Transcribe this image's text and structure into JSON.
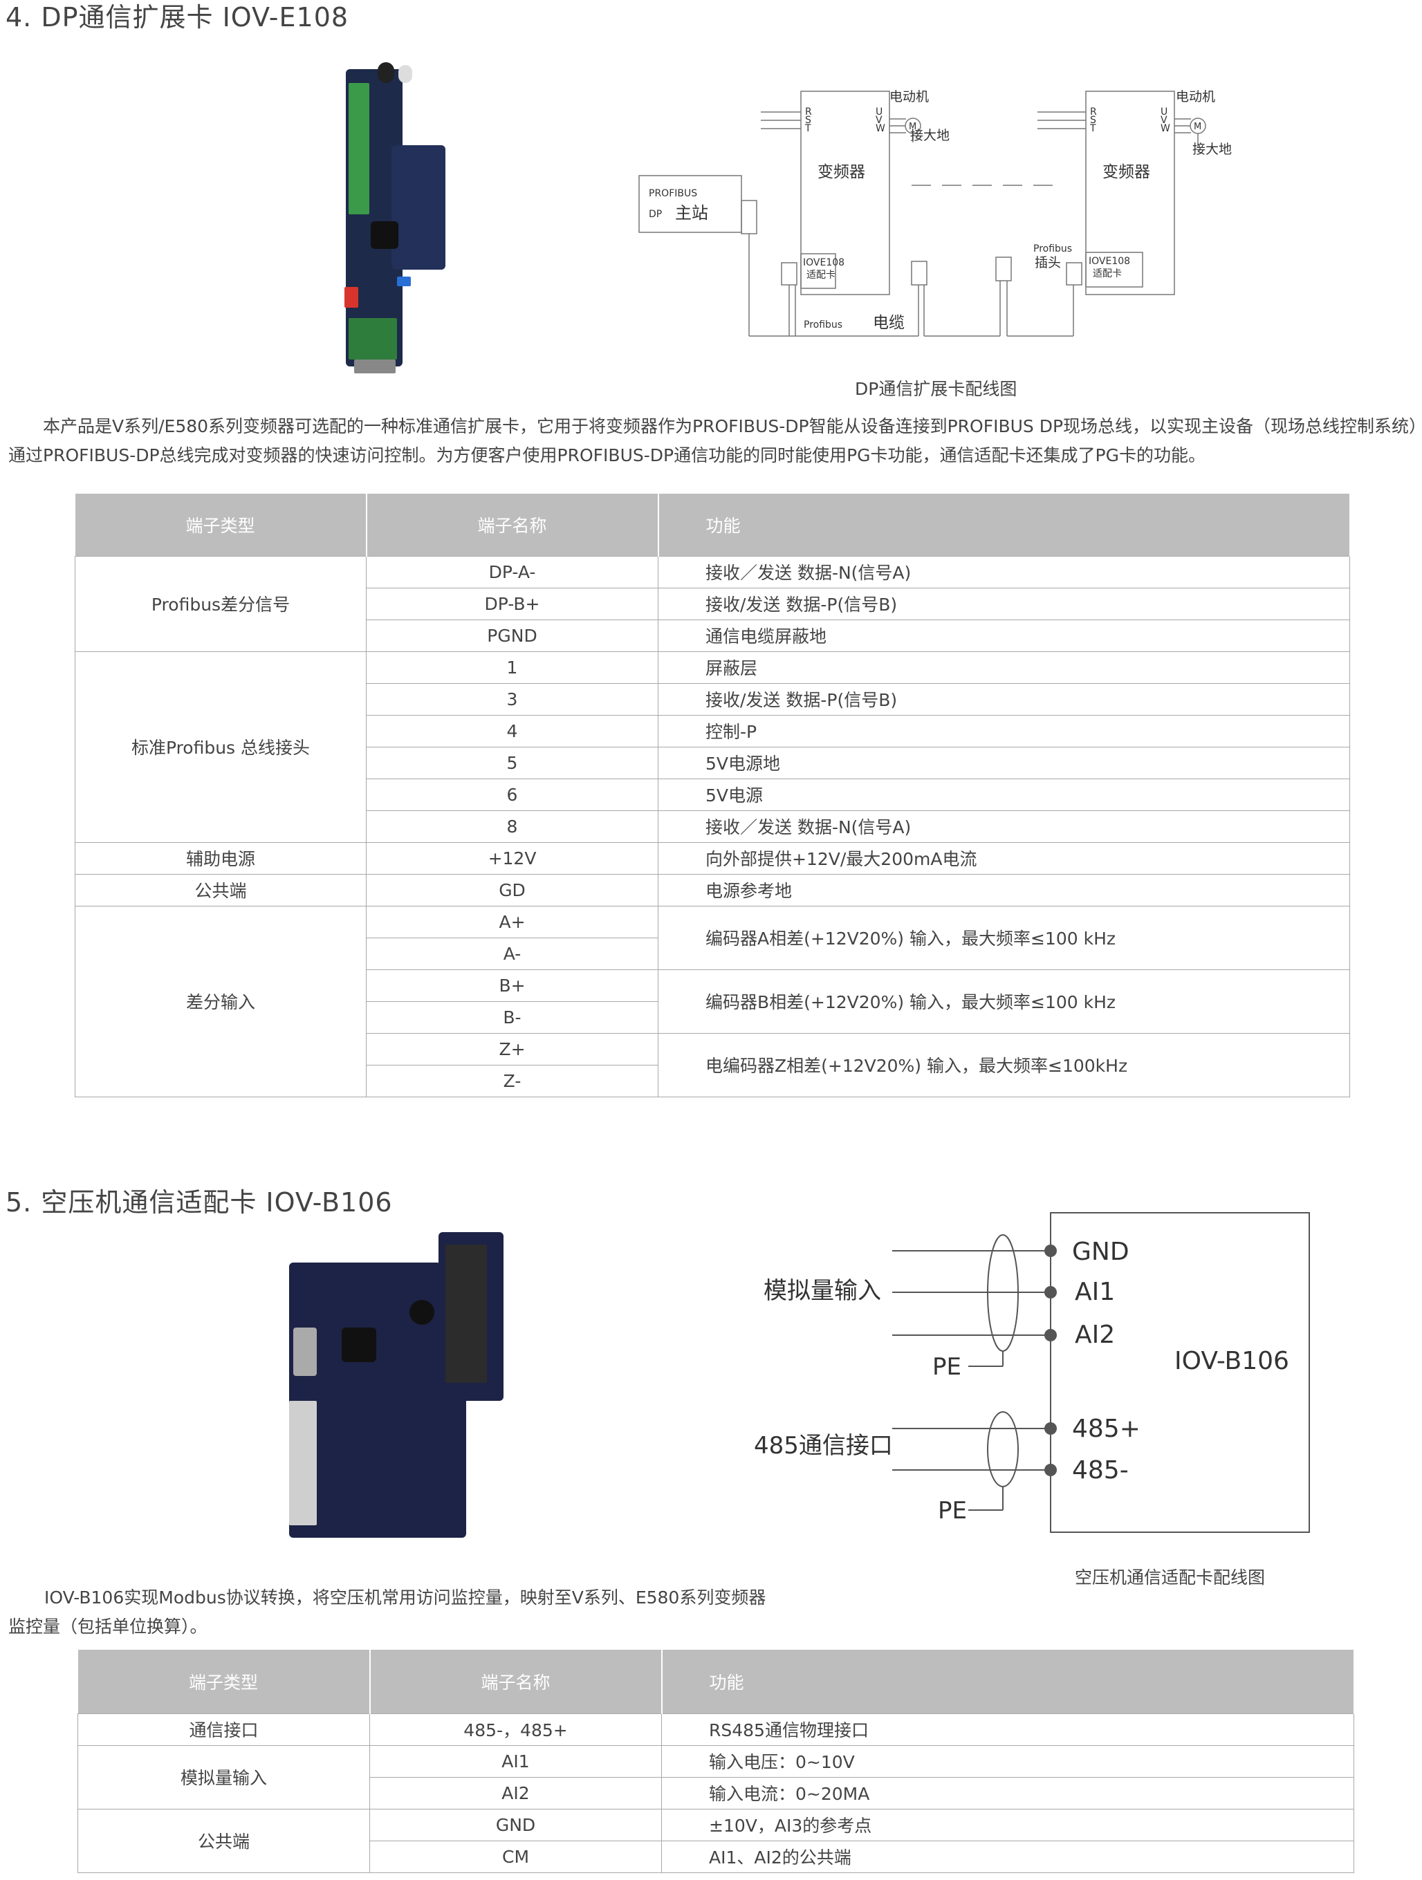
{
  "section4": {
    "title": "4. DP通信扩展卡 IOV-E108",
    "diagram": {
      "motor1": "电动机",
      "motor2": "电动机",
      "rst": [
        "R",
        "S",
        "T"
      ],
      "uvw": [
        "U",
        "V",
        "W"
      ],
      "m": "M",
      "ground1": "接大地",
      "ground2": "接大地",
      "inverter1": "变频器",
      "inverter2": "变频器",
      "master_line1": "PROFIBUS",
      "master_line2": "DP",
      "master_label": "主站",
      "card1_line1": "IOVE108",
      "card1_line2": "适配卡",
      "card2_line1": "IOVE108",
      "card2_line2": "适配卡",
      "plug_line1": "Profibus",
      "plug_line2": "插头",
      "cable_prefix": "Profibus",
      "cable_label": "电缆"
    },
    "caption": "DP通信扩展卡配线图",
    "description": "本产品是V系列/E580系列变频器可选配的一种标准通信扩展卡，它用于将变频器作为PROFIBUS-DP智能从设备连接到PROFIBUS DP现场总线，以实现主设备（现场总线控制系统）通过PROFIBUS-DP总线完成对变频器的快速访问控制。为方便客户使用PROFIBUS-DP通信功能的同时能使用PG卡功能，通信适配卡还集成了PG卡的功能。",
    "table": {
      "headers": [
        "端子类型",
        "端子名称",
        "功能"
      ],
      "groups": [
        {
          "type": "Profibus差分信号",
          "rows": [
            {
              "name": "DP-A-",
              "func": "接收／发送 数据-N(信号A)"
            },
            {
              "name": "DP-B+",
              "func": "接收/发送 数据-P(信号B)"
            },
            {
              "name": "PGND",
              "func": "通信电缆屏蔽地"
            }
          ]
        },
        {
          "type": "标准Profibus 总线接头",
          "rows": [
            {
              "name": "1",
              "func": "屏蔽层"
            },
            {
              "name": "3",
              "func": "接收/发送 数据-P(信号B)"
            },
            {
              "name": "4",
              "func": "控制-P"
            },
            {
              "name": "5",
              "func": "5V电源地"
            },
            {
              "name": "6",
              "func": "5V电源"
            },
            {
              "name": "8",
              "func": "接收／发送 数据-N(信号A)"
            }
          ]
        },
        {
          "type": "辅助电源",
          "rows": [
            {
              "name": "+12V",
              "func": "向外部提供+12V/最大200mA电流"
            }
          ]
        },
        {
          "type": "公共端",
          "rows": [
            {
              "name": "GD",
              "func": "电源参考地"
            }
          ]
        }
      ],
      "diff_group": {
        "type": "差分输入",
        "pairs": [
          {
            "names": [
              "A+",
              "A-"
            ],
            "func": "编码器A相差(+12V20%) 输入，最大频率≤100 kHz"
          },
          {
            "names": [
              "B+",
              "B-"
            ],
            "func": "编码器B相差(+12V20%) 输入，最大频率≤100 kHz"
          },
          {
            "names": [
              "Z+",
              "Z-"
            ],
            "func": "电编码器Z相差(+12V20%) 输入，最大频率≤100kHz"
          }
        ]
      }
    }
  },
  "section5": {
    "title": "5. 空压机通信适配卡 IOV-B106",
    "diagram": {
      "analog_input": "模拟量输入",
      "comm_port": "485通信接口",
      "pe1": "PE",
      "pe2": "PE",
      "gnd": "GND",
      "ai1": "AI1",
      "ai2": "AI2",
      "rs485_plus": "485+",
      "rs485_minus": "485-",
      "device": "IOV-B106"
    },
    "caption": "空压机通信适配卡配线图",
    "description": "IOV-B106实现Modbus协议转换，将空压机常用访问监控量，映射至V系列、E580系列变频器监控量（包括单位换算）。",
    "table": {
      "headers": [
        "端子类型",
        "端子名称",
        "功能"
      ],
      "groups": [
        {
          "type": "通信接口",
          "rows": [
            {
              "name": "485-，485+",
              "func": "RS485通信物理接口"
            }
          ]
        },
        {
          "type": "模拟量输入",
          "rows": [
            {
              "name": "AI1",
              "func": "输入电压：0~10V"
            },
            {
              "name": "AI2",
              "func": "输入电流：0~20MA"
            }
          ]
        },
        {
          "type": "公共端",
          "rows": [
            {
              "name": "GND",
              "func": "±10V，AI3的参考点"
            },
            {
              "name": "CM",
              "func": "AI1、AI2的公共端"
            }
          ]
        }
      ]
    }
  }
}
